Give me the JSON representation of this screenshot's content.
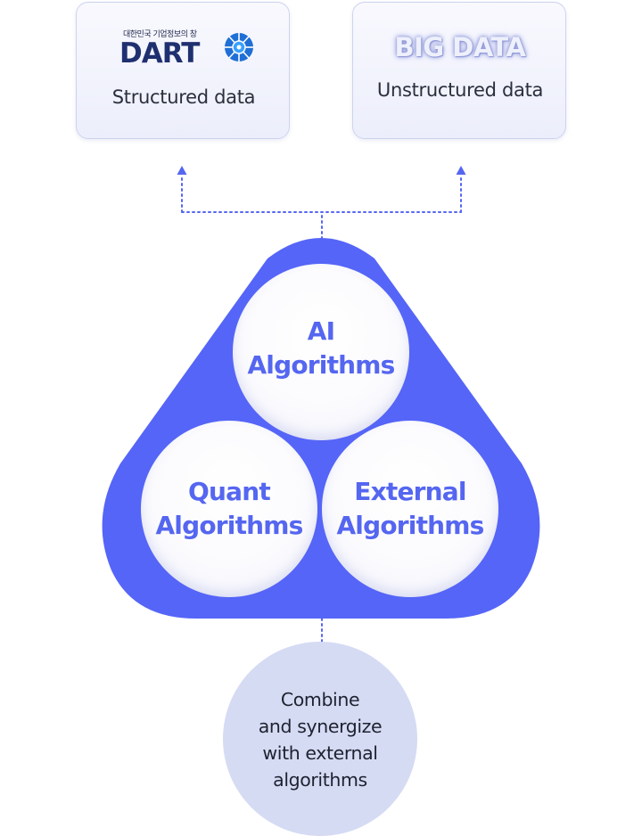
{
  "sources": {
    "dart": {
      "logo_tagline": "대한민국 기업정보의 창",
      "logo_text": "DART",
      "caption": "Structured data"
    },
    "bigdata": {
      "title": "BIG DATA",
      "caption": "Unstructured data"
    }
  },
  "algorithms": {
    "ai": {
      "line1": "AI",
      "line2": "Algorithms"
    },
    "quant": {
      "line1": "Quant",
      "line2": "Algorithms"
    },
    "external": {
      "line1": "External",
      "line2": "Algorithms"
    }
  },
  "result": {
    "lines": [
      "Combine",
      "and synergize",
      "with external",
      "algorithms"
    ]
  },
  "colors": {
    "trefoil_fill": "#5565f7",
    "circle_text": "#5566f0",
    "result_fill": "#d6dbf4",
    "connector": "#5566f0",
    "card_border": "#cdd3ef"
  }
}
